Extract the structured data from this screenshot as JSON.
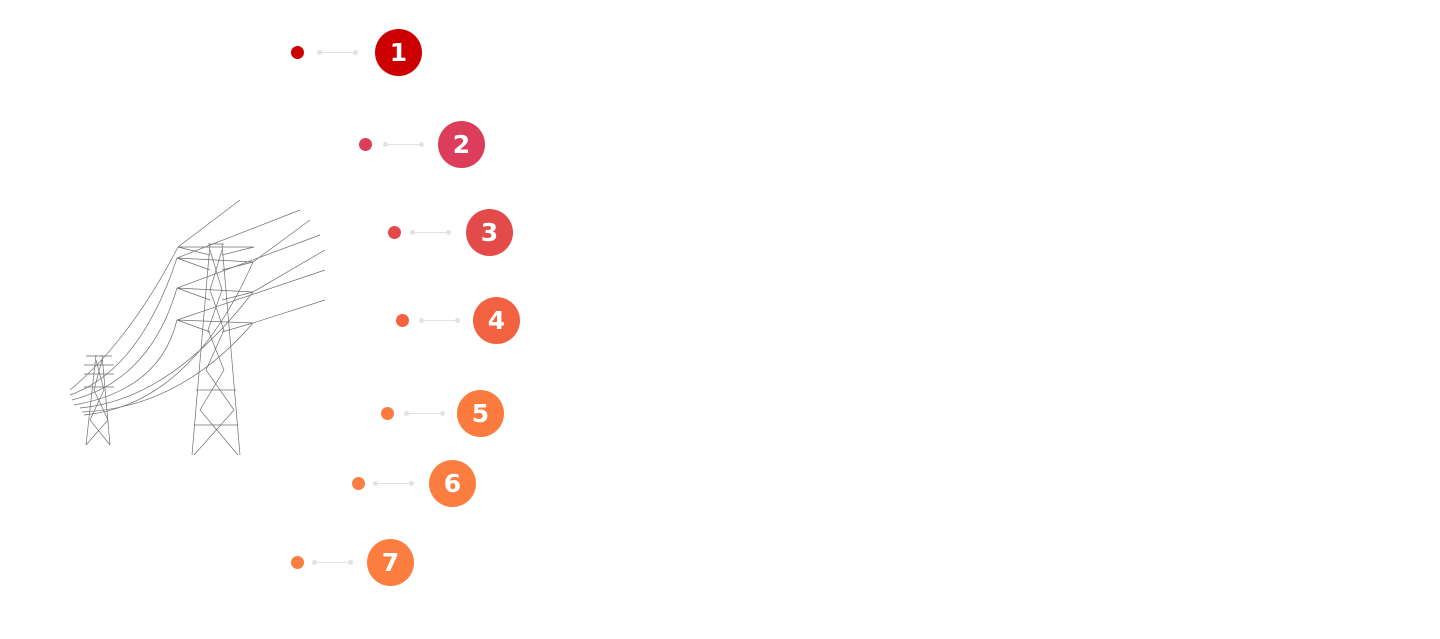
{
  "steps": [
    {
      "label": "1",
      "color": "#cc0000"
    },
    {
      "label": "2",
      "color": "#dc3d5a"
    },
    {
      "label": "3",
      "color": "#e34b4b"
    },
    {
      "label": "4",
      "color": "#f26240"
    },
    {
      "label": "5",
      "color": "#fb7a3e"
    },
    {
      "label": "6",
      "color": "#fb7d40"
    },
    {
      "label": "7",
      "color": "#fb7d40"
    }
  ],
  "illustration": {
    "icon": "power-transmission-towers"
  }
}
